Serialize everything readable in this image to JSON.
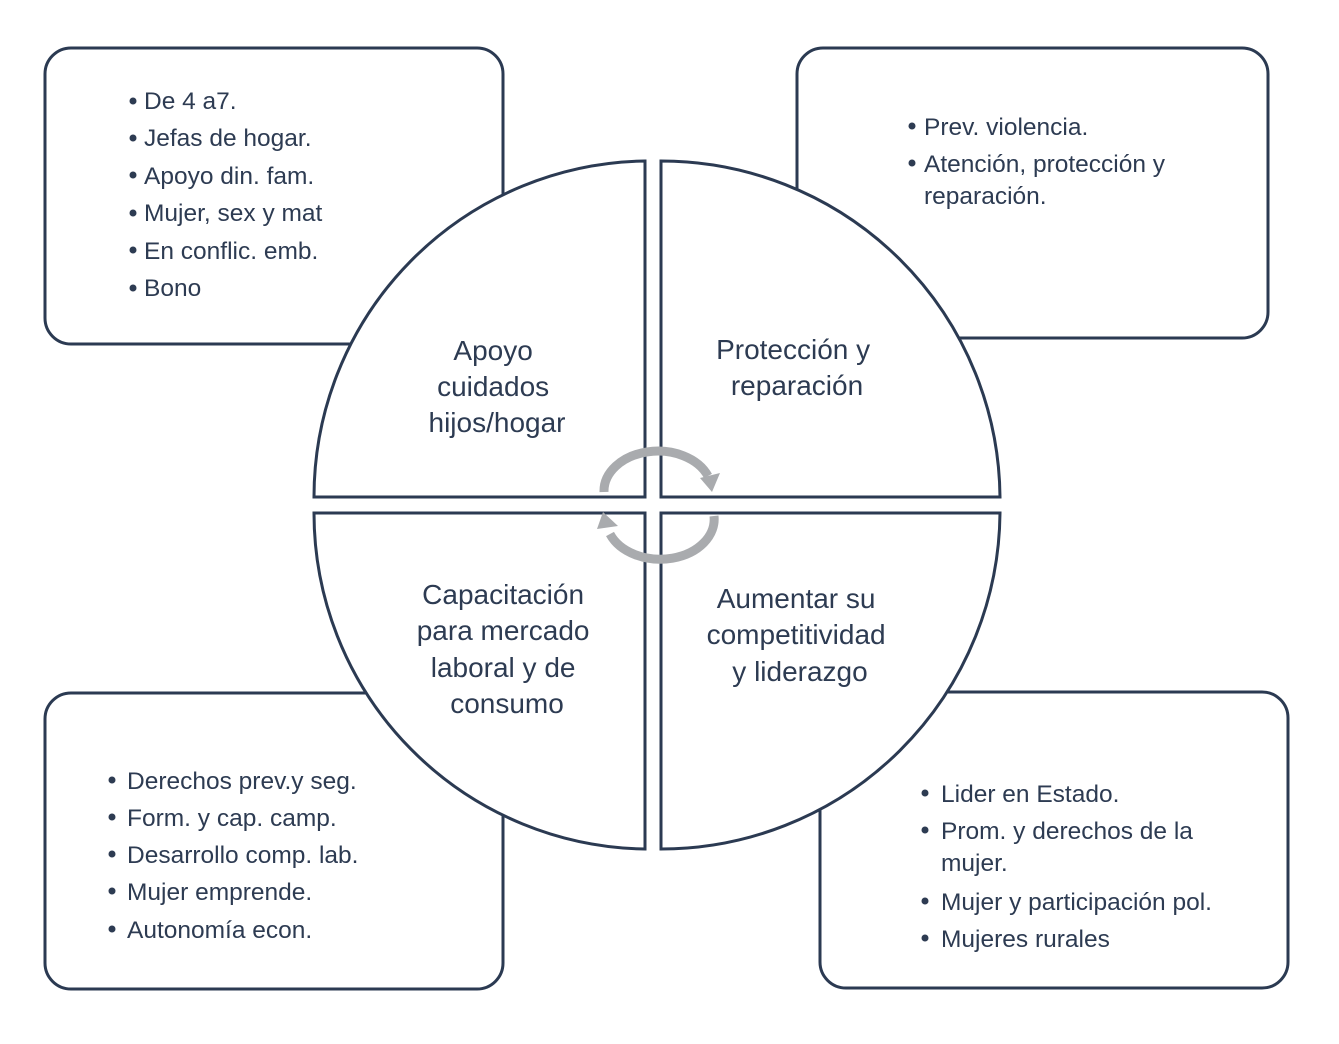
{
  "colors": {
    "outline": "#2b3a52",
    "text": "#2d3b52",
    "cycle_arrows": "#a9abae",
    "background": "#ffffff"
  },
  "icons": [
    "cycle-arrows-icon"
  ],
  "quadrants": [
    {
      "id": "top-left",
      "lines": [
        "Apoyo",
        "cuidados",
        "hijos/hogar"
      ]
    },
    {
      "id": "top-right",
      "lines": [
        "Protección y",
        "reparación"
      ]
    },
    {
      "id": "bottom-left",
      "lines": [
        "Capacitación",
        "para mercado",
        "laboral y de",
        "consumo"
      ]
    },
    {
      "id": "bottom-right",
      "lines": [
        "Aumentar su",
        "competitividad",
        "y liderazgo"
      ]
    }
  ],
  "boxes": [
    {
      "id": "top-left",
      "items": [
        {
          "lines": [
            "De 4 a7."
          ]
        },
        {
          "lines": [
            "Jefas de hogar."
          ]
        },
        {
          "lines": [
            "Apoyo din. fam."
          ]
        },
        {
          "lines": [
            "Mujer, sex y mat"
          ]
        },
        {
          "lines": [
            "En conflic. emb."
          ]
        },
        {
          "lines": [
            "Bono"
          ]
        }
      ]
    },
    {
      "id": "top-right",
      "items": [
        {
          "lines": [
            "Prev. violencia."
          ]
        },
        {
          "lines": [
            "Atención, protección y",
            "reparación."
          ]
        }
      ]
    },
    {
      "id": "bottom-left",
      "items": [
        {
          "lines": [
            "Derechos prev.y seg."
          ]
        },
        {
          "lines": [
            "Form. y cap. camp."
          ]
        },
        {
          "lines": [
            "Desarrollo comp. lab."
          ]
        },
        {
          "lines": [
            "Mujer emprende."
          ]
        },
        {
          "lines": [
            "Autonomía econ."
          ]
        }
      ]
    },
    {
      "id": "bottom-right",
      "items": [
        {
          "lines": [
            "Lider en Estado."
          ]
        },
        {
          "lines": [
            "Prom. y derechos de la",
            "mujer."
          ]
        },
        {
          "lines": [
            "Mujer y participación pol."
          ]
        },
        {
          "lines": [
            "Mujeres rurales"
          ]
        }
      ]
    }
  ]
}
